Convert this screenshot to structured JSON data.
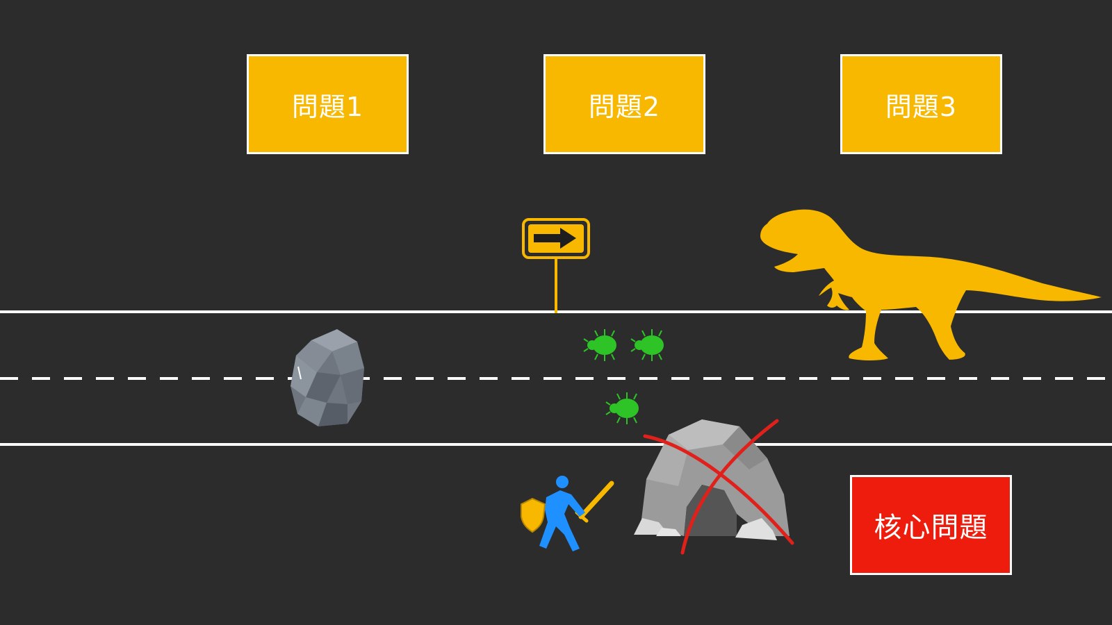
{
  "problems": [
    {
      "label": "問題1"
    },
    {
      "label": "問題2"
    },
    {
      "label": "問題3"
    }
  ],
  "core": {
    "label": "核心問題"
  },
  "icons": {
    "sign": "arrow-sign-icon",
    "dinosaur": "dinosaur-icon",
    "rock": "rock-icon",
    "bug": "bug-icon",
    "knight": "knight-icon",
    "cave": "cave-icon",
    "cross": "cross-mark-icon"
  },
  "colors": {
    "background": "#2c2c2c",
    "problem_box": "#f8b800",
    "core_box": "#ee1c0c",
    "road_line": "#ffffff",
    "bug": "#2ec326",
    "knight": "#1e90ff",
    "cross": "#e0201a"
  }
}
